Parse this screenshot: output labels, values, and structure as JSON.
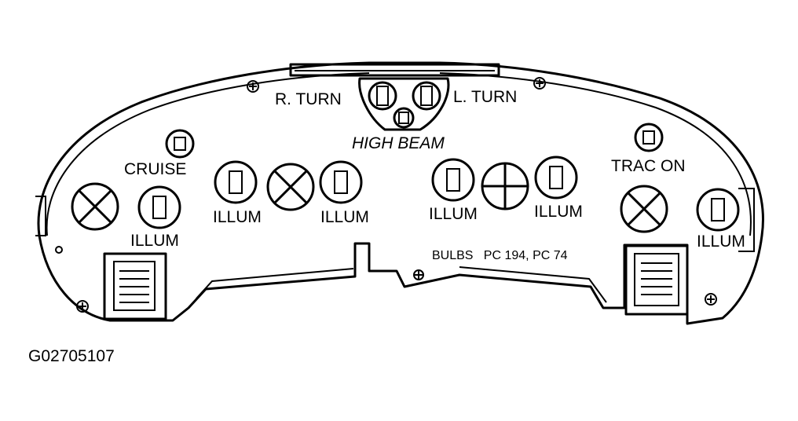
{
  "labels": {
    "r_turn": "R. TURN",
    "l_turn": "L. TURN",
    "high_beam": "HIGH BEAM",
    "cruise": "CRUISE",
    "trac_on": "TRAC ON",
    "illum": "ILLUM",
    "bulbs": "BULBS   PC 194, PC 74"
  },
  "figure_id": "G02705107",
  "colors": {
    "ink": "#000000",
    "paper": "#ffffff"
  }
}
